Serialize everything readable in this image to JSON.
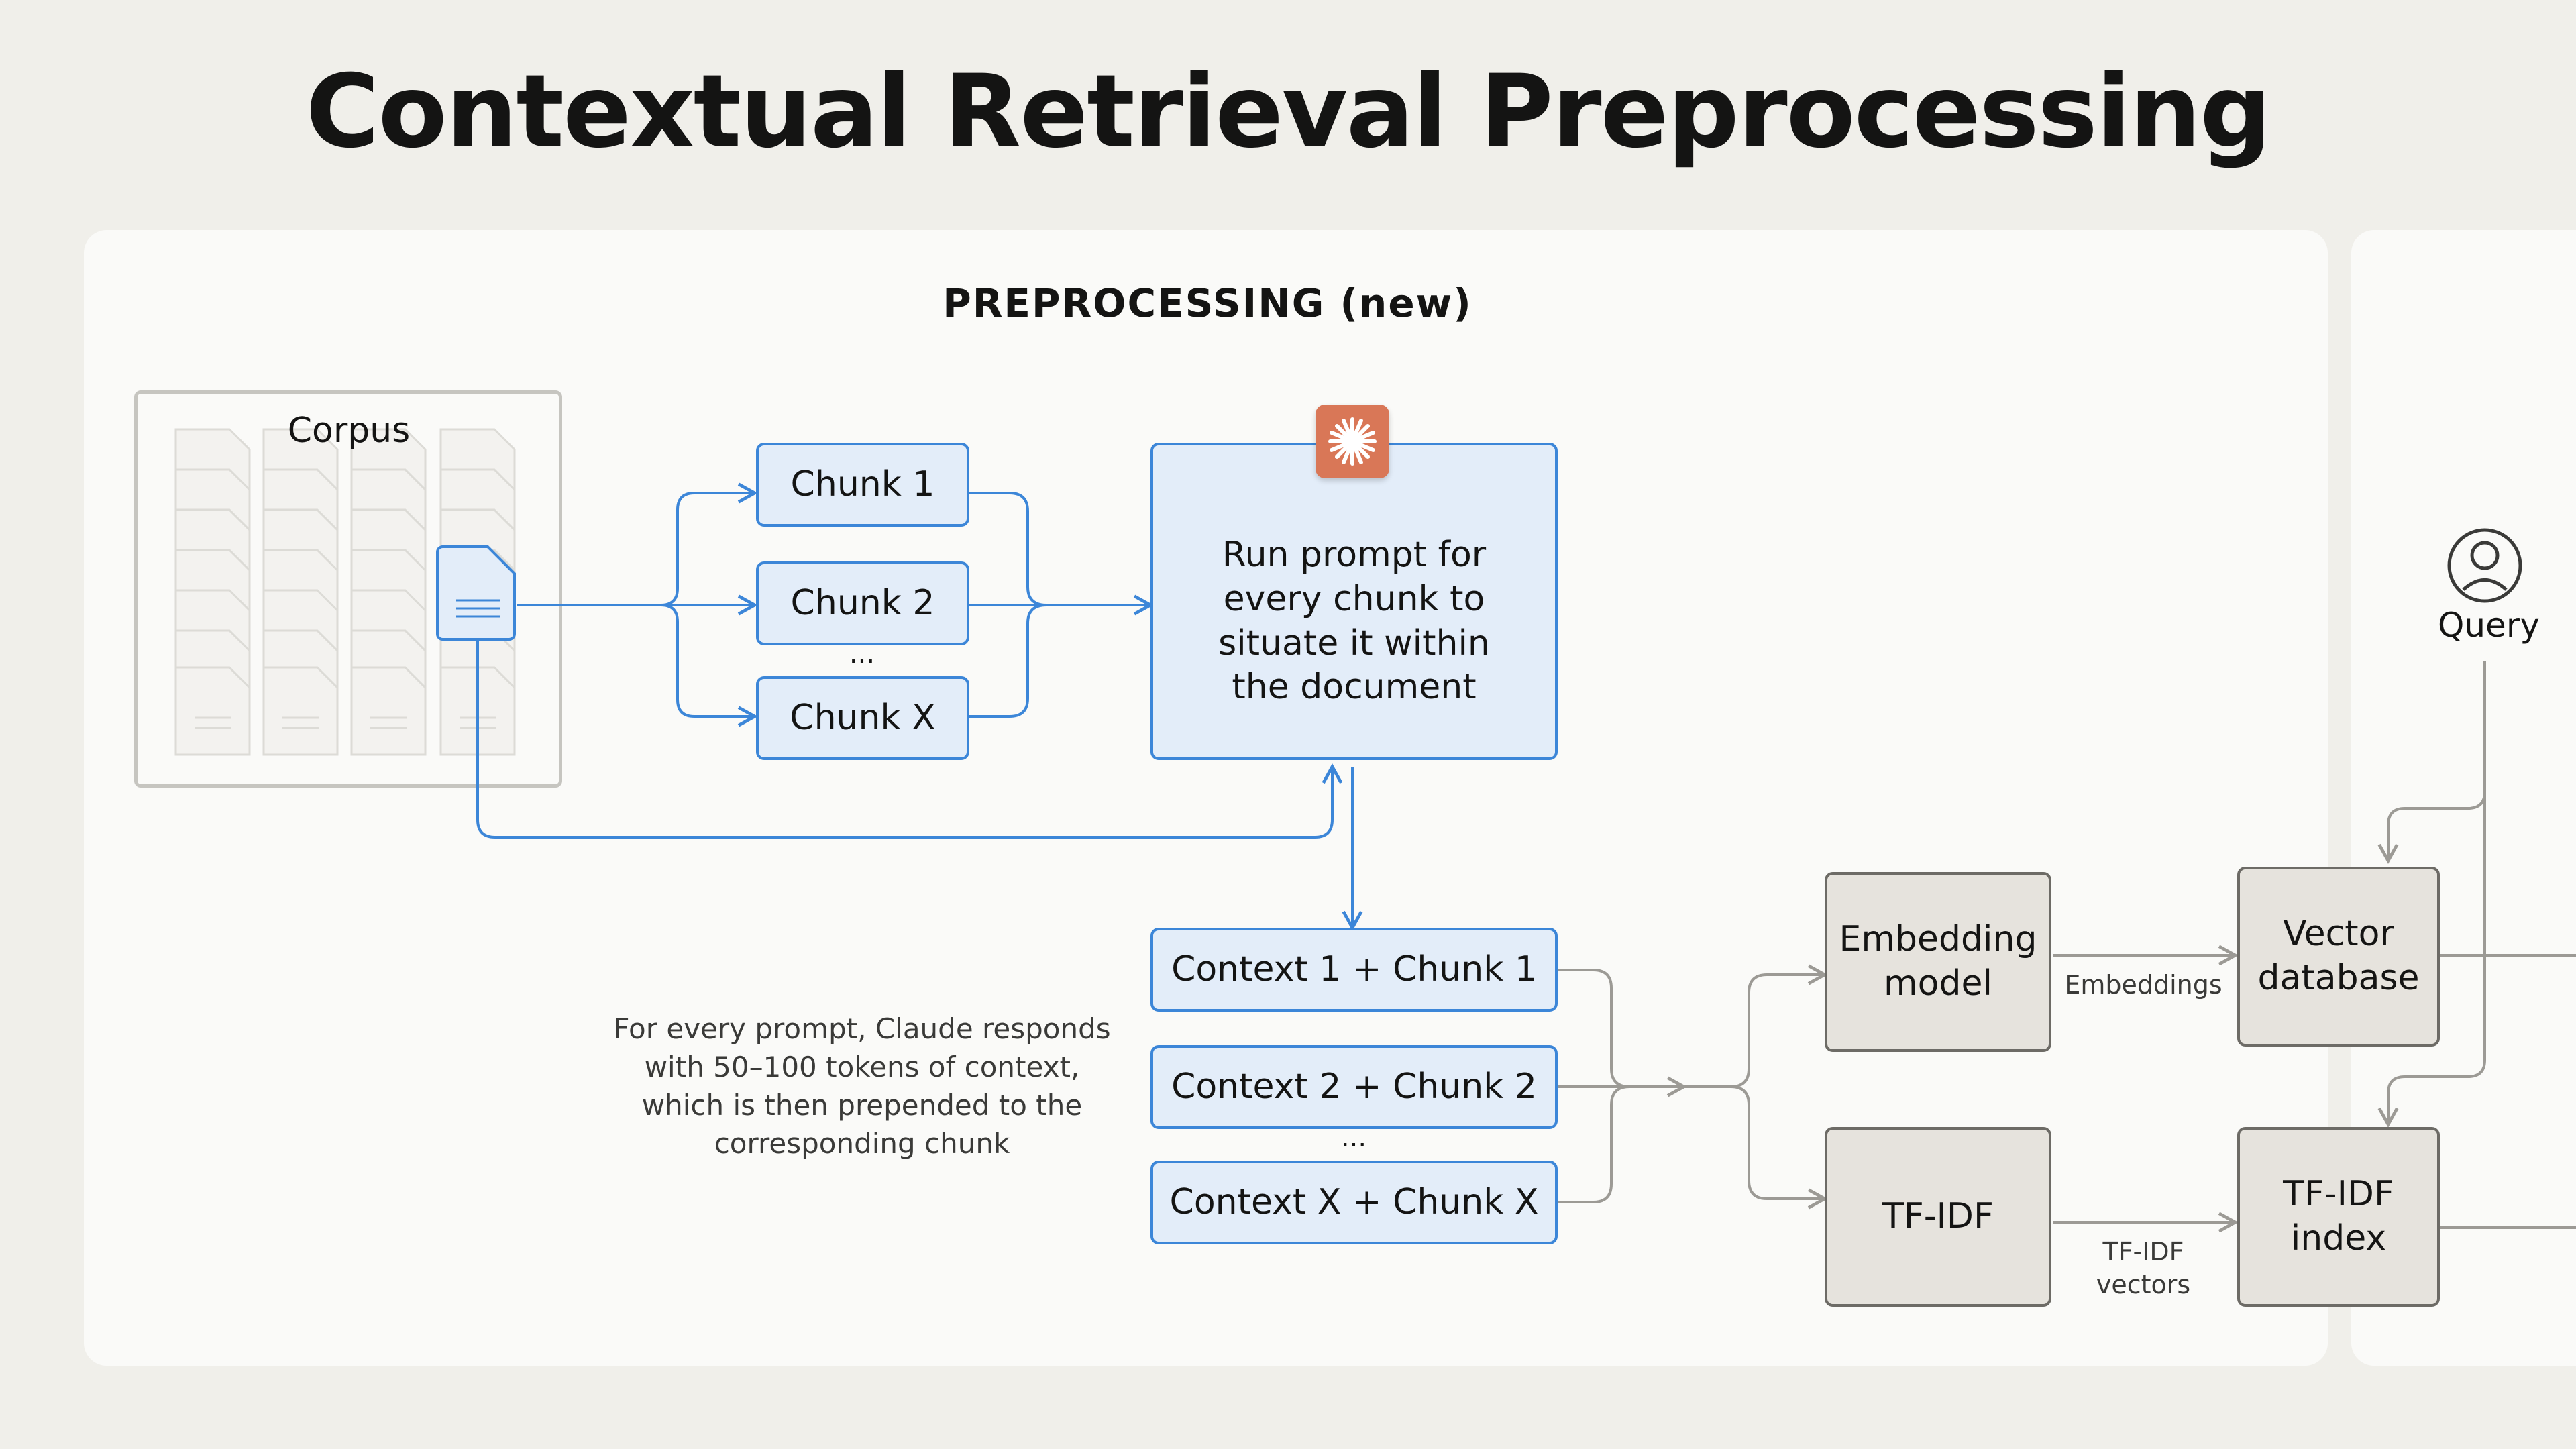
{
  "title": "Contextual Retrieval Preprocessing",
  "section_label": "PREPROCESSING (new)",
  "corpus": {
    "label": "Corpus"
  },
  "chunks": [
    "Chunk 1",
    "Chunk 2",
    "Chunk X"
  ],
  "ellipsis": "...",
  "prompt_step": {
    "text": "Run prompt for every chunk to situate it within the document",
    "icon": "claude-sparkle-icon",
    "icon_color": "#d97757"
  },
  "contexts": [
    "Context 1 + Chunk 1",
    "Context 2 + Chunk 2",
    "Context X + Chunk X"
  ],
  "note": "For every prompt, Claude responds with 50–100 tokens of context, which is then prepended to the corresponding chunk",
  "embedding_model": "Embedding model",
  "tfidf": "TF-IDF",
  "vector_db": "Vector database",
  "tfidf_index": "TF-IDF index",
  "edge_embeddings": "Embeddings",
  "edge_tfidf_vectors": "TF-IDF vectors",
  "query": {
    "label": "Query",
    "icon": "user-icon"
  },
  "colors": {
    "blue": "#3c86d8",
    "gray_line": "#9c9a95",
    "accent": "#d97757"
  }
}
